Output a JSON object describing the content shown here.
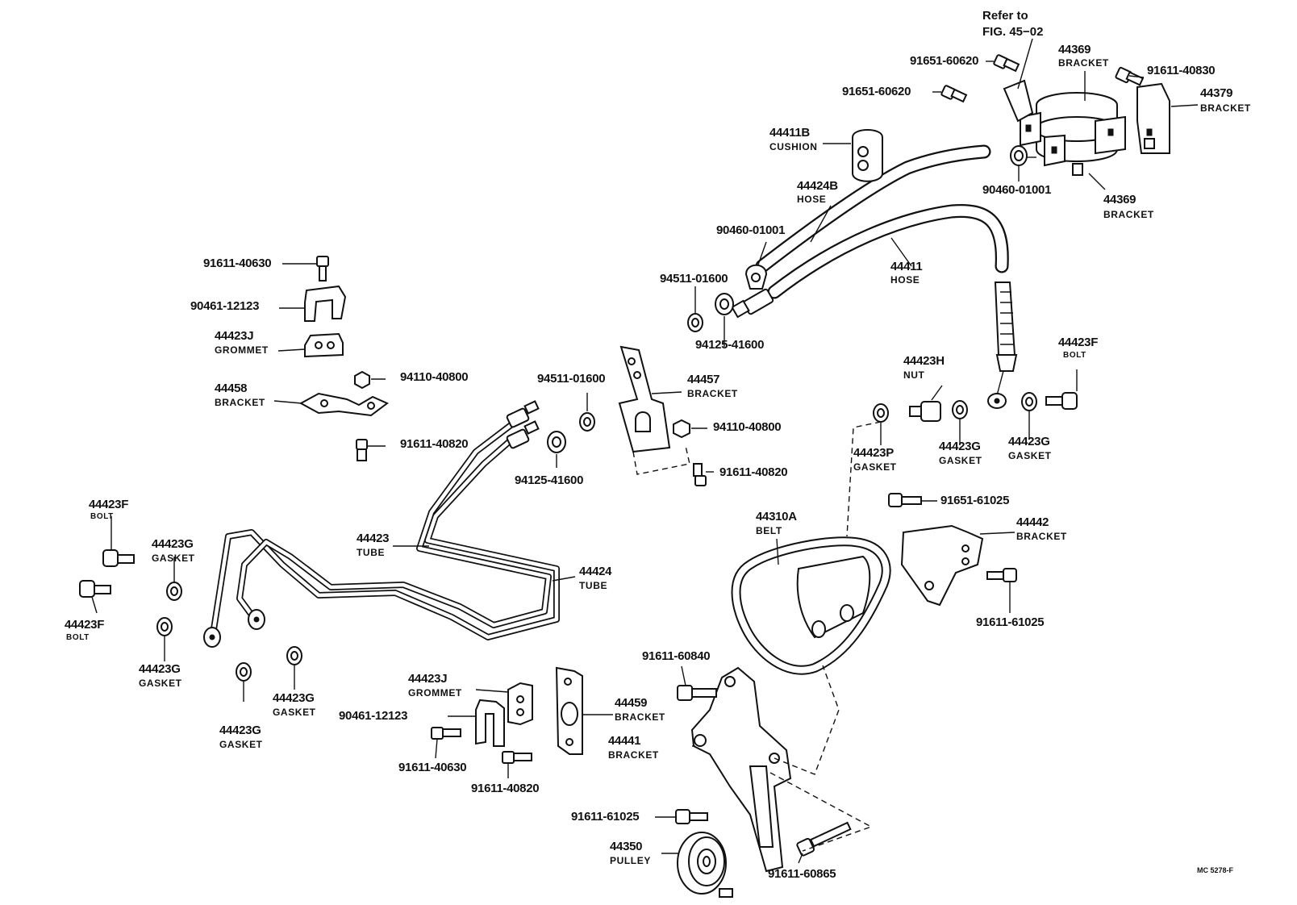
{
  "figure_reference": {
    "line1": "Refer to",
    "line2": "FIG. 45−02"
  },
  "diagram_code": "MC 5278-F",
  "callouts": {
    "bracket_44369_top": {
      "number": "44369",
      "name": "BRACKET"
    },
    "bolt_91611_40830": {
      "number": "91611-40830"
    },
    "bracket_44379": {
      "number": "44379",
      "name": "BRACKET"
    },
    "bolt_91651_60620_a": {
      "number": "91651-60620"
    },
    "bolt_91651_60620_b": {
      "number": "91651-60620"
    },
    "cushion_44411b": {
      "number": "44411B",
      "name": "CUSHION"
    },
    "clip_90460_01001_a": {
      "number": "90460-01001"
    },
    "bracket_44369_bottom": {
      "number": "44369",
      "name": "BRACKET"
    },
    "hose_44424b": {
      "number": "44424B",
      "name": "HOSE"
    },
    "clip_90460_01001_b": {
      "number": "90460-01001"
    },
    "hose_44411": {
      "number": "44411",
      "name": "HOSE"
    },
    "washer_94511_01600_a": {
      "number": "94511-01600"
    },
    "nut_94125_41600_a": {
      "number": "94125-41600"
    },
    "bolt_91611_40630_a": {
      "number": "91611-40630"
    },
    "clamp_90461_12123_a": {
      "number": "90461-12123"
    },
    "grommet_44423j_a": {
      "number": "44423J",
      "name": "GROMMET"
    },
    "nut_94110_40800_a": {
      "number": "94110-40800"
    },
    "bracket_44458": {
      "number": "44458",
      "name": "BRACKET"
    },
    "bolt_91611_40820_a": {
      "number": "91611-40820"
    },
    "washer_94511_01600_b": {
      "number": "94511-01600"
    },
    "nut_94125_41600_b": {
      "number": "94125-41600"
    },
    "bracket_44457": {
      "number": "44457",
      "name": "BRACKET"
    },
    "nut_94110_40800_b": {
      "number": "94110-40800"
    },
    "bolt_91611_40820_b": {
      "number": "91611-40820"
    },
    "nut_44423h": {
      "number": "44423H",
      "name": "NUT"
    },
    "bolt_44423f_right": {
      "number": "44423F",
      "name": "BOLT"
    },
    "gasket_44423p": {
      "number": "44423P",
      "name": "GASKET"
    },
    "gasket_44423g_r1": {
      "number": "44423G",
      "name": "GASKET"
    },
    "gasket_44423g_r2": {
      "number": "44423G",
      "name": "GASKET"
    },
    "bolt_91651_61025": {
      "number": "91651-61025"
    },
    "bracket_44442": {
      "number": "44442",
      "name": "BRACKET"
    },
    "bolt_91611_61025_a": {
      "number": "91611-61025"
    },
    "belt_44310a": {
      "number": "44310A",
      "name": "BELT"
    },
    "tube_44423": {
      "number": "44423",
      "name": "TUBE"
    },
    "tube_44424": {
      "number": "44424",
      "name": "TUBE"
    },
    "bolt_44423f_l1": {
      "number": "44423F",
      "name": "BOLT"
    },
    "bolt_44423f_l2": {
      "number": "44423F",
      "name": "BOLT"
    },
    "gasket_44423g_l1": {
      "number": "44423G",
      "name": "GASKET"
    },
    "gasket_44423g_l2": {
      "number": "44423G",
      "name": "GASKET"
    },
    "gasket_44423g_l3": {
      "number": "44423G",
      "name": "GASKET"
    },
    "gasket_44423g_l4": {
      "number": "44423G",
      "name": "GASKET"
    },
    "grommet_44423j_b": {
      "number": "44423J",
      "name": "GROMMET"
    },
    "clamp_90461_12123_b": {
      "number": "90461-12123"
    },
    "bolt_91611_40630_b": {
      "number": "91611-40630"
    },
    "bolt_91611_40820_c": {
      "number": "91611-40820"
    },
    "bracket_44459": {
      "number": "44459",
      "name": "BRACKET"
    },
    "bolt_91611_60840": {
      "number": "91611-60840"
    },
    "bracket_44441": {
      "number": "44441",
      "name": "BRACKET"
    },
    "bolt_91611_61025_b": {
      "number": "91611-61025"
    },
    "pulley_44350": {
      "number": "44350",
      "name": "PULLEY"
    },
    "bolt_91611_60865": {
      "number": "91611-60865"
    }
  }
}
